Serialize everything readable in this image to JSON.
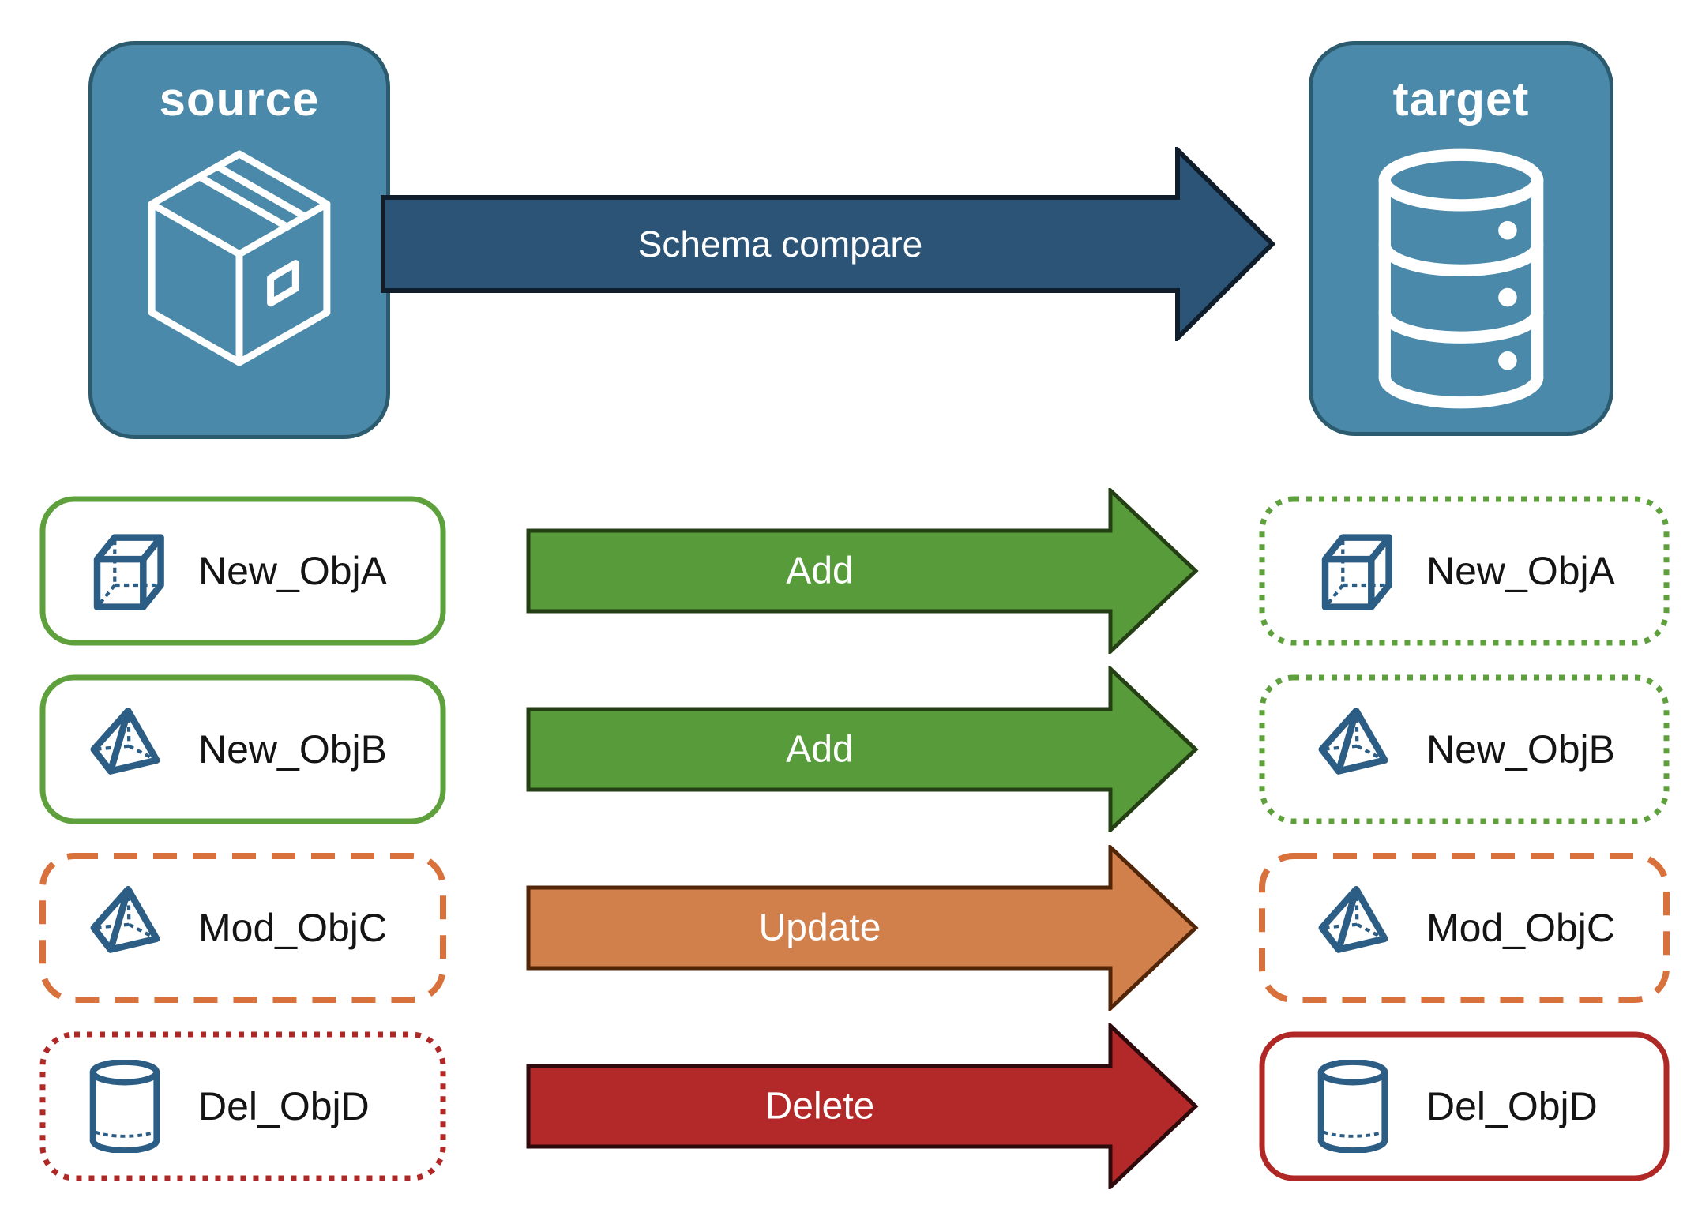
{
  "source_panel": {
    "label": "source",
    "icon": "package",
    "fill": "#4a89a9",
    "border_color": "#2c5a6e"
  },
  "target_panel": {
    "label": "target",
    "icon": "database",
    "fill": "#4a89a9",
    "border_color": "#2c5a6e"
  },
  "compare_arrow": {
    "label": "Schema compare",
    "fill": "#2b5477",
    "border_color": "#101d2b"
  },
  "object_icon_color": "#2c5d85",
  "rows": [
    {
      "label": "New_ObjA",
      "icon": "cube",
      "action_label": "Add",
      "arrow": {
        "fill": "#579b3b",
        "border_color": "#253f14"
      },
      "source_box": {
        "border_color": "#5ea13c",
        "border_style": "solid"
      },
      "target_box": {
        "border_color": "#5ea13c",
        "border_style": "dotted"
      }
    },
    {
      "label": "New_ObjB",
      "icon": "pyramid",
      "action_label": "Add",
      "arrow": {
        "fill": "#579b3b",
        "border_color": "#253f14"
      },
      "source_box": {
        "border_color": "#5ea13c",
        "border_style": "solid"
      },
      "target_box": {
        "border_color": "#5ea13c",
        "border_style": "dotted"
      }
    },
    {
      "label": "Mod_ObjC",
      "icon": "pyramid",
      "action_label": "Update",
      "arrow": {
        "fill": "#d2804b",
        "border_color": "#502508"
      },
      "source_box": {
        "border_color": "#d8713c",
        "border_style": "dashed"
      },
      "target_box": {
        "border_color": "#d8713c",
        "border_style": "dashed"
      }
    },
    {
      "label": "Del_ObjD",
      "icon": "cylinder",
      "action_label": "Delete",
      "arrow": {
        "fill": "#b32828",
        "border_color": "#2e0a0d"
      },
      "source_box": {
        "border_color": "#b02826",
        "border_style": "dotted"
      },
      "target_box": {
        "border_color": "#b02826",
        "border_style": "solid"
      }
    }
  ]
}
